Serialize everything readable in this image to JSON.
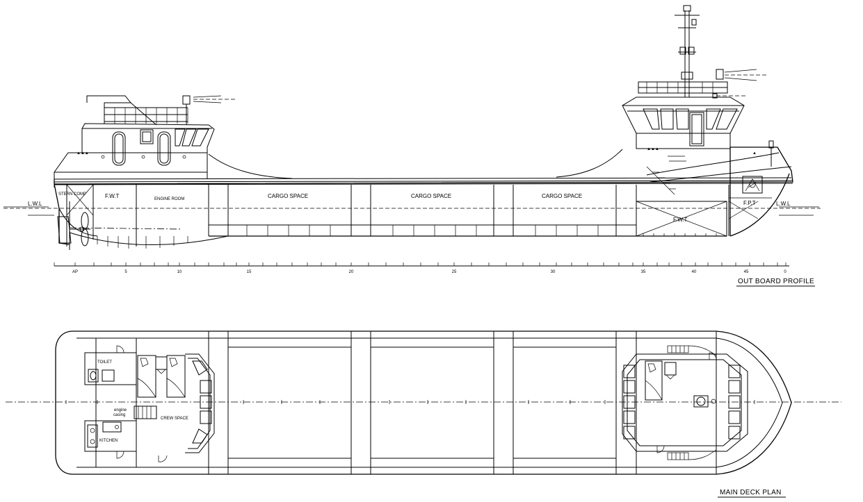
{
  "profile": {
    "title": "OUT BOARD PROFILE",
    "waterline_label": "L.W.L",
    "compartments": {
      "stern_comp": "STERN COMP",
      "fwt_aft": "F.W.T",
      "engine_room": "ENGINE ROOM",
      "cargo_1": "CARGO SPACE",
      "cargo_2": "CARGO SPACE",
      "cargo_3": "CARGO SPACE",
      "fwt_fwd": "F.W.T",
      "fpt": "F.P.T"
    },
    "frame_labels": [
      {
        "text": "AP",
        "frame": 0
      },
      {
        "text": "5",
        "frame": 5
      },
      {
        "text": "10",
        "frame": 10
      },
      {
        "text": "15",
        "frame": 15
      },
      {
        "text": "20",
        "frame": 20
      },
      {
        "text": "25",
        "frame": 25
      },
      {
        "text": "30",
        "frame": 30
      },
      {
        "text": "35",
        "frame": 35
      },
      {
        "text": "40",
        "frame": 40
      },
      {
        "text": "45",
        "frame": 45
      },
      {
        "text": "0",
        "frame": 48
      }
    ]
  },
  "deck_plan": {
    "title": "MAIN  DECK PLAN",
    "rooms": {
      "toilet": "TOILET",
      "engine_casing_1": "engine",
      "engine_casing_2": "casing",
      "crew_space": "CREW SPACE",
      "kitchen": "KITCHEN"
    }
  }
}
